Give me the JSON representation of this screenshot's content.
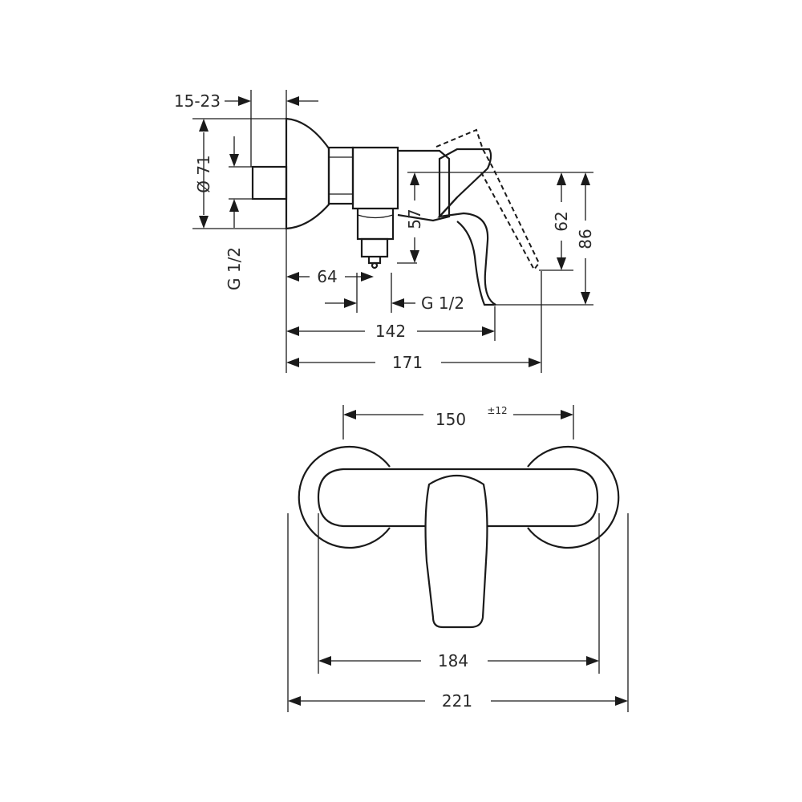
{
  "side_view": {
    "dims": {
      "wall_offset": "15-23",
      "rosette_diameter": "Ø 71",
      "inlet_thread": "G 1/2",
      "outlet_offset": "64",
      "outlet_thread": "G 1/2",
      "handle_height": "57",
      "lever_height": "62",
      "total_height": "86",
      "body_depth": "142",
      "total_depth": "171"
    }
  },
  "front_view": {
    "dims": {
      "center_distance": "150",
      "center_tolerance": "±12",
      "body_width": "184",
      "total_width": "221"
    }
  }
}
